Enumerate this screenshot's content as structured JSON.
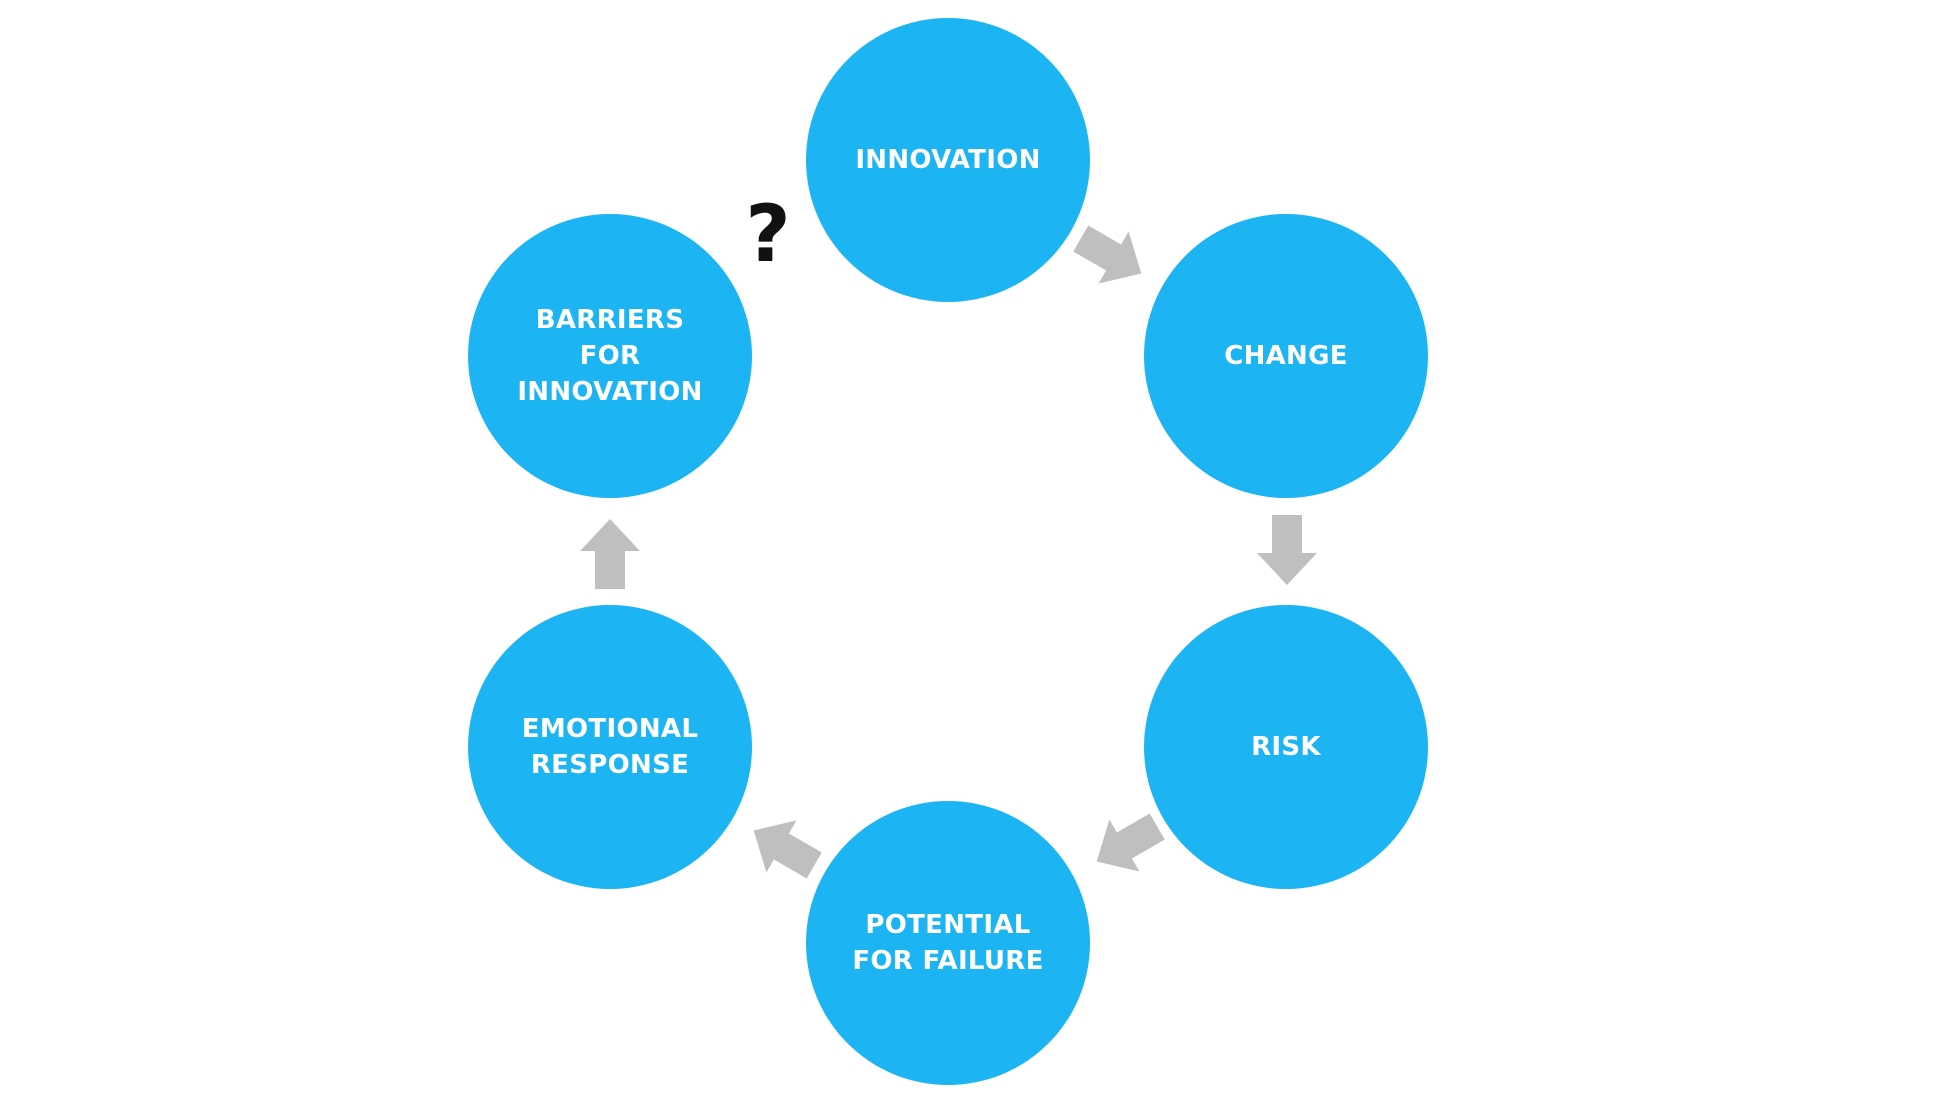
{
  "colors": {
    "node_fill": "#1cb4f2",
    "arrow_fill": "#bfbfbf",
    "label_text": "#ffffff",
    "question_mark": "#111111"
  },
  "cycle": {
    "nodes": [
      {
        "id": "innovation",
        "label": "INNOVATION"
      },
      {
        "id": "change",
        "label": "CHANGE"
      },
      {
        "id": "risk",
        "label": "RISK"
      },
      {
        "id": "potential-for-failure",
        "label": "POTENTIAL\nFOR FAILURE"
      },
      {
        "id": "emotional-response",
        "label": "EMOTIONAL\nRESPONSE"
      },
      {
        "id": "barriers-for-innovation",
        "label": "BARRIERS\nFOR\nINNOVATION"
      }
    ],
    "question_mark": "?"
  }
}
